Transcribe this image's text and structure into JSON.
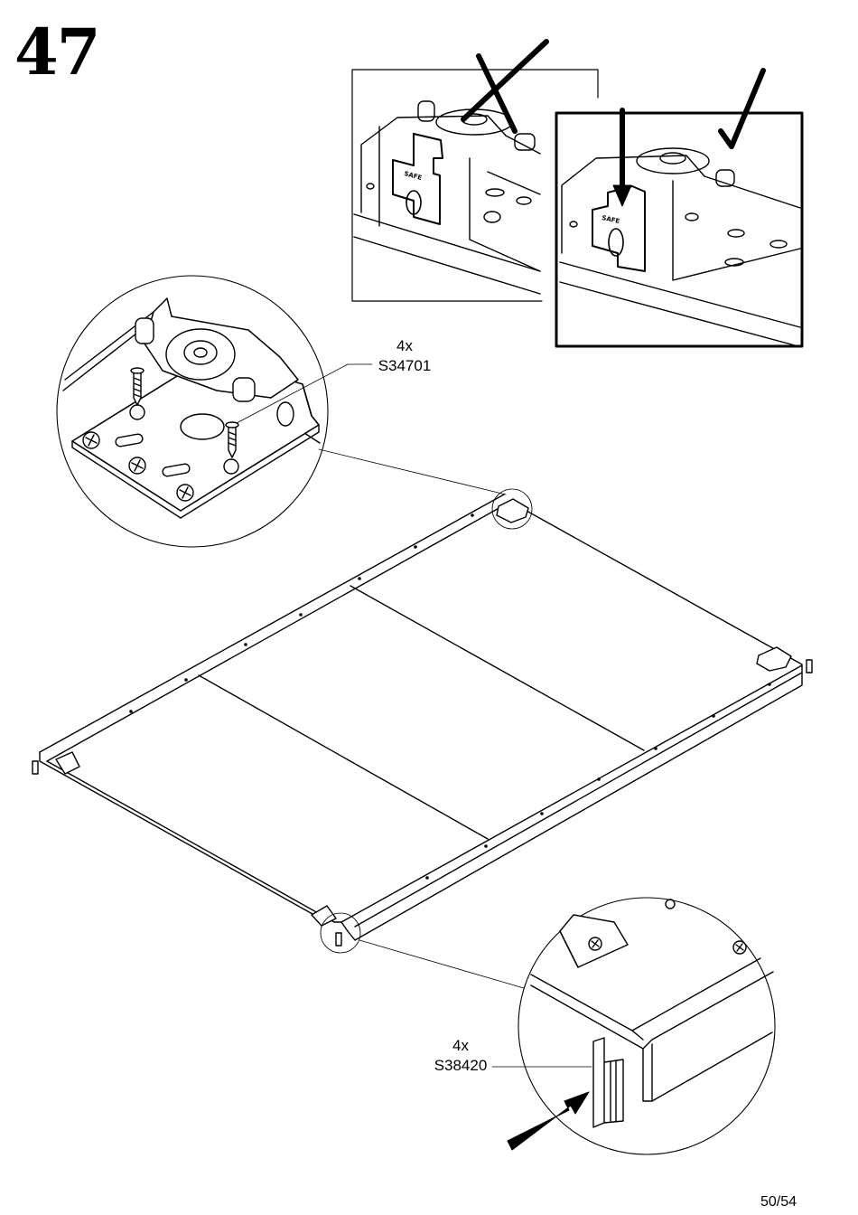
{
  "step": {
    "number": "47"
  },
  "parts": [
    {
      "quantity": "4x",
      "code": "S34701"
    },
    {
      "quantity": "4x",
      "code": "S38420"
    }
  ],
  "hint_panels": [
    {
      "status": "incorrect",
      "engraving": "SAFE"
    },
    {
      "status": "correct",
      "engraving": "SAFE"
    }
  ],
  "footer": {
    "page": "50/54"
  }
}
